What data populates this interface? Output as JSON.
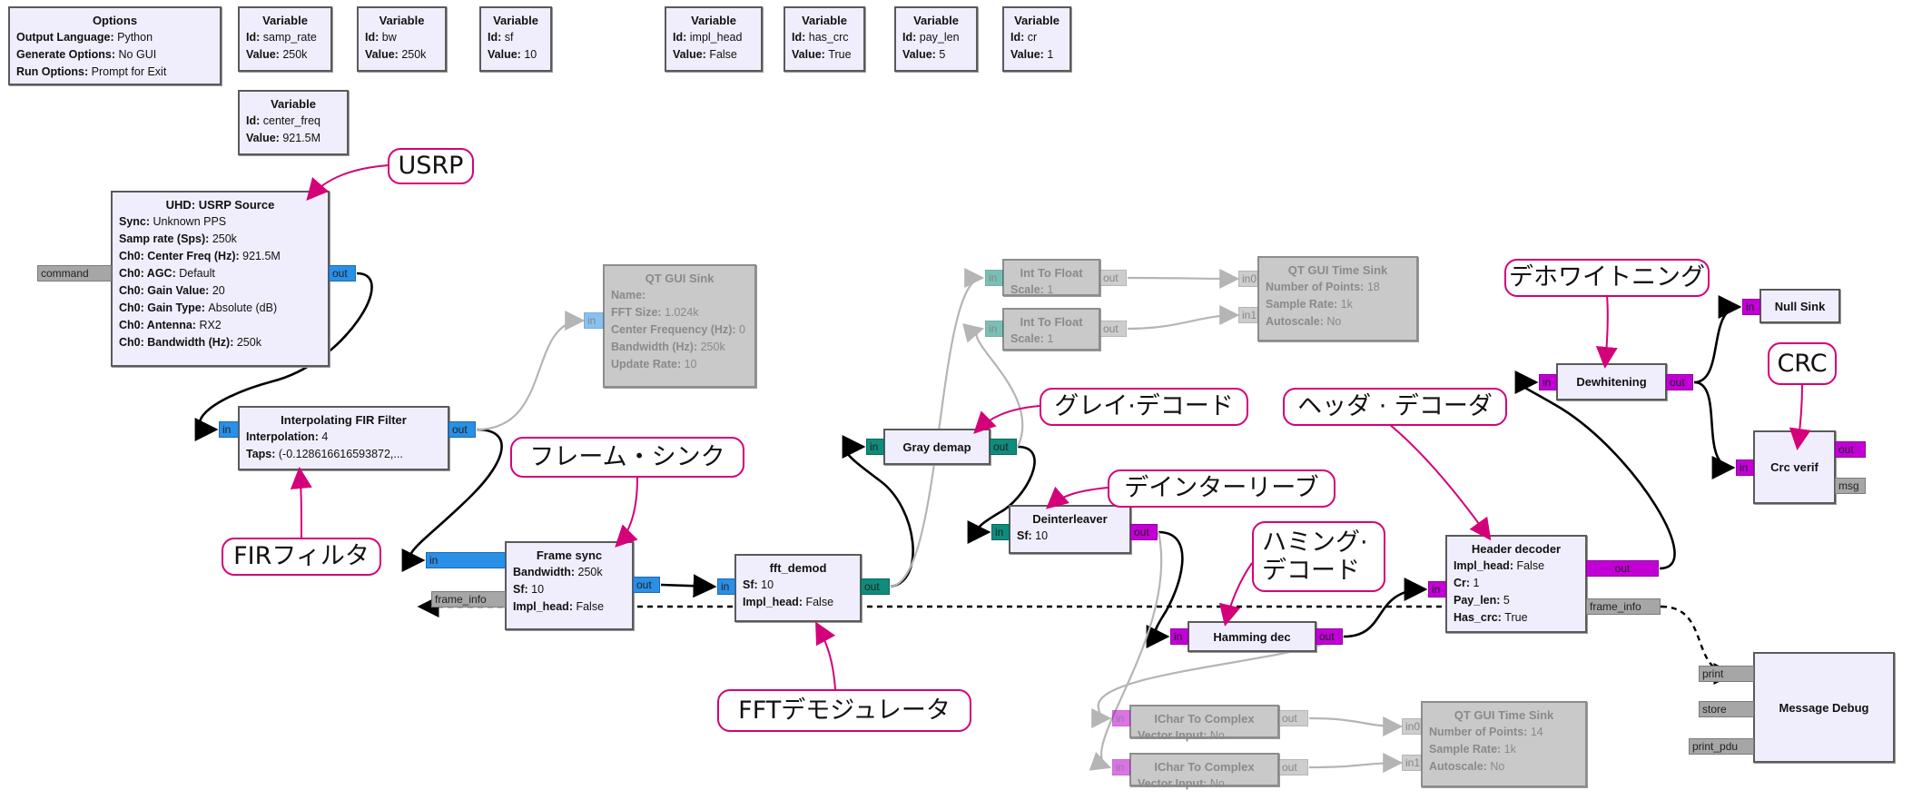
{
  "colors": {
    "complex_port": "#2a8fe6",
    "int_port": "#0f8c7c",
    "byte_port": "#c200d6",
    "message_port": "#a6a6a6",
    "block_bg": "#f0eefc",
    "disabled_bg": "#c9c9c9",
    "callout_border": "#d4007a"
  },
  "blocks": [
    {
      "id": "options",
      "title": "Options",
      "params": [
        {
          "k": "Output Language",
          "v": "Python"
        },
        {
          "k": "Generate Options",
          "v": "No GUI"
        },
        {
          "k": "Run Options",
          "v": "Prompt for Exit"
        }
      ],
      "ports": []
    },
    {
      "id": "var_samp_rate",
      "title": "Variable",
      "params": [
        {
          "k": "Id",
          "v": "samp_rate"
        },
        {
          "k": "Value",
          "v": "250k"
        }
      ],
      "ports": []
    },
    {
      "id": "var_bw",
      "title": "Variable",
      "params": [
        {
          "k": "Id",
          "v": "bw"
        },
        {
          "k": "Value",
          "v": "250k"
        }
      ],
      "ports": []
    },
    {
      "id": "var_sf",
      "title": "Variable",
      "params": [
        {
          "k": "Id",
          "v": "sf"
        },
        {
          "k": "Value",
          "v": "10"
        }
      ],
      "ports": []
    },
    {
      "id": "var_impl_head",
      "title": "Variable",
      "params": [
        {
          "k": "Id",
          "v": "impl_head"
        },
        {
          "k": "Value",
          "v": "False"
        }
      ],
      "ports": []
    },
    {
      "id": "var_has_crc",
      "title": "Variable",
      "params": [
        {
          "k": "Id",
          "v": "has_crc"
        },
        {
          "k": "Value",
          "v": "True"
        }
      ],
      "ports": []
    },
    {
      "id": "var_pay_len",
      "title": "Variable",
      "params": [
        {
          "k": "Id",
          "v": "pay_len"
        },
        {
          "k": "Value",
          "v": "5"
        }
      ],
      "ports": []
    },
    {
      "id": "var_cr",
      "title": "Variable",
      "params": [
        {
          "k": "Id",
          "v": "cr"
        },
        {
          "k": "Value",
          "v": "1"
        }
      ],
      "ports": []
    },
    {
      "id": "var_center_freq",
      "title": "Variable",
      "params": [
        {
          "k": "Id",
          "v": "center_freq"
        },
        {
          "k": "Value",
          "v": "921.5M"
        }
      ],
      "ports": []
    },
    {
      "id": "usrp_source",
      "title": "UHD: USRP Source",
      "params": [
        {
          "k": "Sync",
          "v": "Unknown PPS"
        },
        {
          "k": "Samp rate (Sps)",
          "v": "250k"
        },
        {
          "k": "Ch0: Center Freq (Hz)",
          "v": "921.5M"
        },
        {
          "k": "Ch0: AGC",
          "v": "Default"
        },
        {
          "k": "Ch0: Gain Value",
          "v": "20"
        },
        {
          "k": "Ch0: Gain Type",
          "v": "Absolute (dB)"
        },
        {
          "k": "Ch0: Antenna",
          "v": "RX2"
        },
        {
          "k": "Ch0: Bandwidth (Hz)",
          "v": "250k"
        }
      ],
      "ports": [
        {
          "label": "command",
          "side": "left",
          "type": "message"
        },
        {
          "label": "out",
          "side": "right",
          "type": "complex"
        }
      ]
    },
    {
      "id": "fir_filter",
      "title": "Interpolating FIR Filter",
      "params": [
        {
          "k": "Interpolation",
          "v": "4"
        },
        {
          "k": "Taps",
          "v": "(-0.128616616593872,..."
        }
      ],
      "ports": [
        {
          "label": "in",
          "side": "left",
          "type": "complex"
        },
        {
          "label": "out",
          "side": "right",
          "type": "complex"
        }
      ]
    },
    {
      "id": "qt_gui_sink",
      "title": "QT GUI Sink",
      "disabled": true,
      "params": [
        {
          "k": "Name",
          "v": ""
        },
        {
          "k": "FFT Size",
          "v": "1.024k"
        },
        {
          "k": "Center Frequency (Hz)",
          "v": "0"
        },
        {
          "k": "Bandwidth (Hz)",
          "v": "250k"
        },
        {
          "k": "Update Rate",
          "v": "10"
        }
      ],
      "ports": [
        {
          "label": "in",
          "side": "left",
          "type": "complex"
        }
      ]
    },
    {
      "id": "frame_sync",
      "title": "Frame sync",
      "params": [
        {
          "k": "Bandwidth",
          "v": "250k"
        },
        {
          "k": "Sf",
          "v": "10"
        },
        {
          "k": "Impl_head",
          "v": "False"
        }
      ],
      "ports": [
        {
          "label": "in",
          "side": "left",
          "type": "complex"
        },
        {
          "label": "frame_info",
          "side": "left",
          "type": "message"
        },
        {
          "label": "out",
          "side": "right",
          "type": "complex"
        }
      ]
    },
    {
      "id": "fft_demod",
      "title": "fft_demod",
      "params": [
        {
          "k": "Sf",
          "v": "10"
        },
        {
          "k": "Impl_head",
          "v": "False"
        }
      ],
      "ports": [
        {
          "label": "in",
          "side": "left",
          "type": "complex"
        },
        {
          "label": "out",
          "side": "right",
          "type": "int"
        }
      ]
    },
    {
      "id": "gray_demap",
      "title": "Gray demap",
      "params": [],
      "ports": [
        {
          "label": "in",
          "side": "left",
          "type": "int"
        },
        {
          "label": "out",
          "side": "right",
          "type": "int"
        }
      ]
    },
    {
      "id": "int_to_float_1",
      "title": "Int To Float",
      "disabled": true,
      "params": [
        {
          "k": "Scale",
          "v": "1"
        }
      ],
      "ports": [
        {
          "label": "in",
          "side": "left",
          "type": "int"
        },
        {
          "label": "out",
          "side": "right",
          "type": "message"
        }
      ]
    },
    {
      "id": "int_to_float_2",
      "title": "Int To Float",
      "disabled": true,
      "params": [
        {
          "k": "Scale",
          "v": "1"
        }
      ],
      "ports": [
        {
          "label": "in",
          "side": "left",
          "type": "int"
        },
        {
          "label": "out",
          "side": "right",
          "type": "message"
        }
      ]
    },
    {
      "id": "qt_time_sink_1",
      "title": "QT GUI Time Sink",
      "disabled": true,
      "params": [
        {
          "k": "Number of Points",
          "v": "18"
        },
        {
          "k": "Sample Rate",
          "v": "1k"
        },
        {
          "k": "Autoscale",
          "v": "No"
        }
      ],
      "ports": [
        {
          "label": "in0",
          "side": "left",
          "type": "message"
        },
        {
          "label": "in1",
          "side": "left",
          "type": "message"
        }
      ]
    },
    {
      "id": "deinterleaver",
      "title": "Deinterleaver",
      "params": [
        {
          "k": "Sf",
          "v": "10"
        }
      ],
      "ports": [
        {
          "label": "in",
          "side": "left",
          "type": "int"
        },
        {
          "label": "out",
          "side": "right",
          "type": "byte"
        }
      ]
    },
    {
      "id": "hamming_dec",
      "title": "Hamming dec",
      "params": [],
      "ports": [
        {
          "label": "in",
          "side": "left",
          "type": "byte"
        },
        {
          "label": "out",
          "side": "right",
          "type": "byte"
        }
      ]
    },
    {
      "id": "header_decoder",
      "title": "Header decoder",
      "params": [
        {
          "k": "Impl_head",
          "v": "False"
        },
        {
          "k": "Cr",
          "v": "1"
        },
        {
          "k": "Pay_len",
          "v": "5"
        },
        {
          "k": "Has_crc",
          "v": "True"
        }
      ],
      "ports": [
        {
          "label": "in",
          "side": "left",
          "type": "byte"
        },
        {
          "label": "out",
          "side": "right",
          "type": "byte"
        },
        {
          "label": "frame_info",
          "side": "right",
          "type": "message"
        }
      ]
    },
    {
      "id": "dewhitening",
      "title": "Dewhitening",
      "params": [],
      "ports": [
        {
          "label": "in",
          "side": "left",
          "type": "byte"
        },
        {
          "label": "out",
          "side": "right",
          "type": "byte"
        }
      ]
    },
    {
      "id": "null_sink",
      "title": "Null Sink",
      "params": [],
      "ports": [
        {
          "label": "in",
          "side": "left",
          "type": "byte"
        }
      ]
    },
    {
      "id": "crc_verif",
      "title": "Crc verif",
      "params": [],
      "ports": [
        {
          "label": "in",
          "side": "left",
          "type": "byte"
        },
        {
          "label": "out",
          "side": "right",
          "type": "byte"
        },
        {
          "label": "msg",
          "side": "right",
          "type": "message"
        }
      ]
    },
    {
      "id": "message_debug",
      "title": "Message Debug",
      "params": [],
      "ports": [
        {
          "label": "print",
          "side": "left",
          "type": "message"
        },
        {
          "label": "store",
          "side": "left",
          "type": "message"
        },
        {
          "label": "print_pdu",
          "side": "left",
          "type": "message"
        }
      ]
    },
    {
      "id": "ichar_to_complex_1",
      "title": "IChar To Complex",
      "disabled": true,
      "params": [
        {
          "k": "Vector Input",
          "v": "No"
        }
      ],
      "ports": [
        {
          "label": "in",
          "side": "left",
          "type": "byte"
        },
        {
          "label": "out",
          "side": "right",
          "type": "message"
        }
      ]
    },
    {
      "id": "ichar_to_complex_2",
      "title": "IChar To Complex",
      "disabled": true,
      "params": [
        {
          "k": "Vector Input",
          "v": "No"
        }
      ],
      "ports": [
        {
          "label": "in",
          "side": "left",
          "type": "byte"
        },
        {
          "label": "out",
          "side": "right",
          "type": "message"
        }
      ]
    },
    {
      "id": "qt_time_sink_2",
      "title": "QT GUI Time Sink",
      "disabled": true,
      "params": [
        {
          "k": "Number of Points",
          "v": "14"
        },
        {
          "k": "Sample Rate",
          "v": "1k"
        },
        {
          "k": "Autoscale",
          "v": "No"
        }
      ],
      "ports": [
        {
          "label": "in0",
          "side": "left",
          "type": "message"
        },
        {
          "label": "in1",
          "side": "left",
          "type": "message"
        }
      ]
    }
  ],
  "callouts": [
    {
      "id": "usrp",
      "text": "USRP"
    },
    {
      "id": "fir",
      "text": "FIRフィルタ"
    },
    {
      "id": "frame_sync",
      "text": "フレーム・シンク"
    },
    {
      "id": "fft_demod",
      "text": "FFTデモジュレータ"
    },
    {
      "id": "gray",
      "text": "グレイ·デコード"
    },
    {
      "id": "deinterleave",
      "text": "デインターリーブ"
    },
    {
      "id": "hamming",
      "text": "ハミング·\nデコード"
    },
    {
      "id": "header",
      "text": "ヘッダ · デコーダ"
    },
    {
      "id": "dewhitening",
      "text": "デホワイトニング"
    },
    {
      "id": "crc",
      "text": "CRC"
    }
  ]
}
